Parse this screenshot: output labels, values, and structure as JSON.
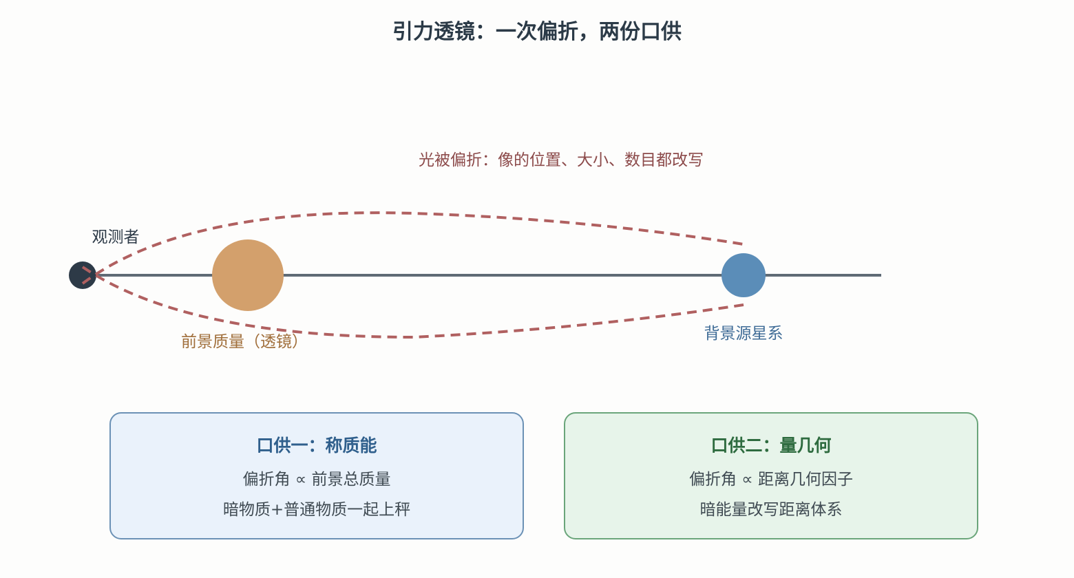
{
  "title": "引力透镜：一次偏折，两份口供",
  "deflection_label": "光被偏折：像的位置、大小、数目都改写",
  "nodes": {
    "observer": "观测者",
    "lens": "前景质量（透镜）",
    "source": "背景源星系"
  },
  "box_left": {
    "title": "口供一：称质能",
    "line1": "偏折角 ∝ 前景总质量",
    "line2": "暗物质+普通物质一起上秤"
  },
  "box_right": {
    "title": "口供二：量几何",
    "line1": "偏折角 ∝ 距离几何因子",
    "line2": "暗能量改写距离体系"
  },
  "colors": {
    "title": "#2b3a47",
    "observer": "#2d3a47",
    "lens": "#d3a06c",
    "lens_text": "#a06e3a",
    "source": "#5b8db8",
    "source_text": "#3e6b96",
    "light_path": "#b06060",
    "axis": "#5f6b75",
    "box_left_fill": "#eaf2fb",
    "box_left_stroke": "#6b91b5",
    "box_left_title": "#2f5f8c",
    "box_right_fill": "#e7f4ea",
    "box_right_stroke": "#6aa57a",
    "box_right_title": "#2e6b3f",
    "box_text": "#3f4a52"
  }
}
